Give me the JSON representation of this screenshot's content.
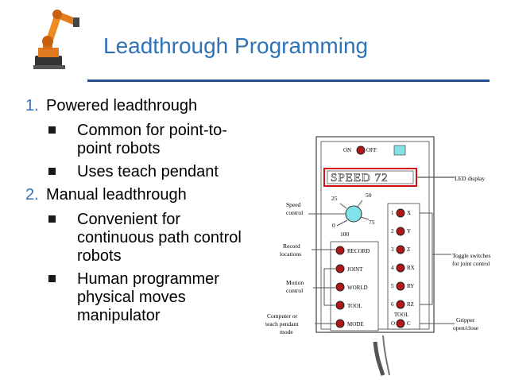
{
  "slide": {
    "title": "Leadthrough Programming",
    "list": [
      {
        "number": "1.",
        "text": "Powered leadthrough",
        "bullets": [
          "Common for point-to-point robots",
          "Uses teach pendant"
        ]
      },
      {
        "number": "2.",
        "text": "Manual leadthrough",
        "bullets": [
          "Convenient for continuous path control robots",
          "Human programmer physical moves manipulator"
        ]
      }
    ]
  },
  "figure": {
    "power_on": "ON",
    "power_off": "OFF",
    "led_text": "SPEED 72",
    "dial_ticks": [
      "25",
      "50",
      "0",
      "75",
      "100"
    ],
    "mode_buttons": [
      "RECORD",
      "JOINT",
      "WORLD",
      "TOOL",
      "MODE"
    ],
    "toggle_labels": [
      {
        "num": "1",
        "axis": "X"
      },
      {
        "num": "2",
        "axis": "Y"
      },
      {
        "num": "3",
        "axis": "Z"
      },
      {
        "num": "4",
        "axis": "RX"
      },
      {
        "num": "5",
        "axis": "RY"
      },
      {
        "num": "6",
        "axis": "RZ"
      }
    ],
    "tool_label": "TOOL",
    "gripper_open": "O",
    "gripper_close": "C",
    "callouts": {
      "led_display": "LED display",
      "speed_control_1": "Speed",
      "speed_control_2": "control",
      "record_1": "Record",
      "record_2": "locations",
      "motion_1": "Motion",
      "motion_2": "control",
      "computer_1": "Computer or",
      "computer_2": "teach pendant",
      "computer_3": "mode",
      "toggle_1": "Toggle switches",
      "toggle_2": "for joint control",
      "gripper_1": "Gripper",
      "gripper_2": "open/close"
    },
    "colors": {
      "button_red": "#b01717",
      "led_red": "#d01010",
      "dial_cyan": "#7fe3ea",
      "off_cyan": "#84e0e6"
    }
  }
}
